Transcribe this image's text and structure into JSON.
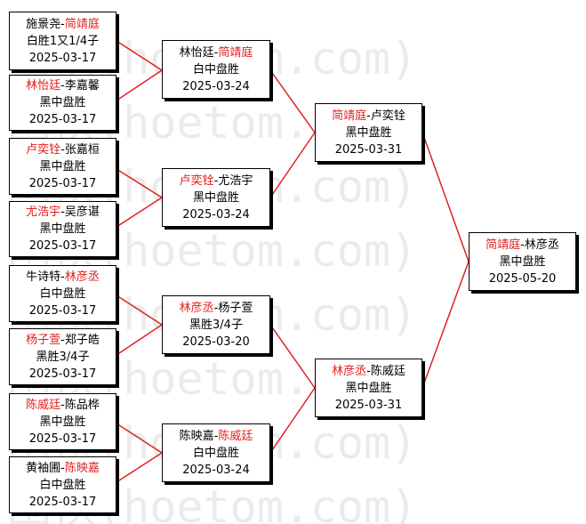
{
  "watermark": "围棋(hoetom.com)",
  "colors": {
    "winner": "#e02020",
    "line": "#e02020",
    "border": "#000000"
  },
  "matches": [
    {
      "id": "r1m1",
      "p1": "施景尧",
      "p2": "简靖庭",
      "winner": 2,
      "result": "白胜1又1/4子",
      "date": "2025-03-17"
    },
    {
      "id": "r1m2",
      "p1": "林怡廷",
      "p2": "李嘉馨",
      "winner": 1,
      "result": "黑中盘胜",
      "date": "2025-03-17"
    },
    {
      "id": "r1m3",
      "p1": "卢奕铨",
      "p2": "张嘉桓",
      "winner": 1,
      "result": "黑中盘胜",
      "date": "2025-03-17"
    },
    {
      "id": "r1m4",
      "p1": "尤浩宇",
      "p2": "吴彦谌",
      "winner": 1,
      "result": "黑中盘胜",
      "date": "2025-03-17"
    },
    {
      "id": "r1m5",
      "p1": "牛诗特",
      "p2": "林彦丞",
      "winner": 2,
      "result": "白中盘胜",
      "date": "2025-03-17"
    },
    {
      "id": "r1m6",
      "p1": "杨子萱",
      "p2": "郑子皓",
      "winner": 1,
      "result": "黑胜3/4子",
      "date": "2025-03-17"
    },
    {
      "id": "r1m7",
      "p1": "陈威廷",
      "p2": "陈品桦",
      "winner": 1,
      "result": "黑中盘胜",
      "date": "2025-03-17"
    },
    {
      "id": "r1m8",
      "p1": "黄袖圃",
      "p2": "陈映嘉",
      "winner": 2,
      "result": "白中盘胜",
      "date": "2025-03-17"
    },
    {
      "id": "r2m1",
      "p1": "林怡廷",
      "p2": "简靖庭",
      "winner": 2,
      "result": "白中盘胜",
      "date": "2025-03-24"
    },
    {
      "id": "r2m2",
      "p1": "卢奕铨",
      "p2": "尤浩宇",
      "winner": 1,
      "result": "黑中盘胜",
      "date": "2025-03-24"
    },
    {
      "id": "r2m3",
      "p1": "林彦丞",
      "p2": "杨子萱",
      "winner": 1,
      "result": "黑胜3/4子",
      "date": "2025-03-20"
    },
    {
      "id": "r2m4",
      "p1": "陈映嘉",
      "p2": "陈威廷",
      "winner": 2,
      "result": "白中盘胜",
      "date": "2025-03-24"
    },
    {
      "id": "r3m1",
      "p1": "简靖庭",
      "p2": "卢奕铨",
      "winner": 1,
      "result": "黑中盘胜",
      "date": "2025-03-31"
    },
    {
      "id": "r3m2",
      "p1": "林彦丞",
      "p2": "陈威廷",
      "winner": 1,
      "result": "黑中盘胜",
      "date": "2025-03-31"
    },
    {
      "id": "r4m1",
      "p1": "简靖庭",
      "p2": "林彦丞",
      "winner": 1,
      "result": "黑中盘胜",
      "date": "2025-05-20"
    }
  ]
}
